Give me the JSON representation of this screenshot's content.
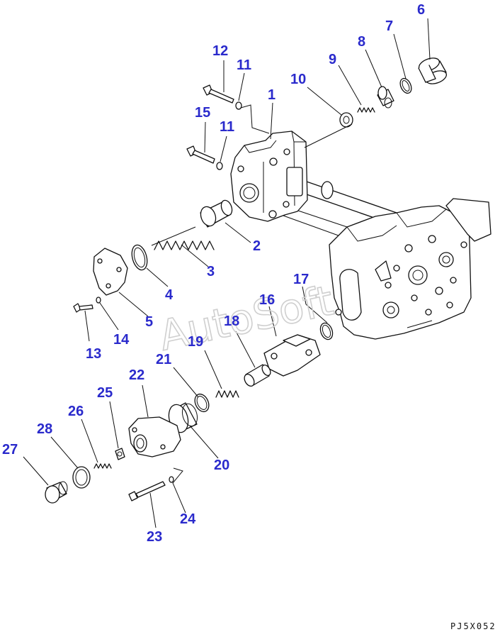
{
  "watermark": "AutoSoft",
  "drawing_code": "PJ5X052",
  "colors": {
    "callout": "#2a2acc",
    "line": "#111111",
    "watermark": "#cfcfcf"
  },
  "callouts": {
    "n1": "1",
    "n2": "2",
    "n3": "3",
    "n4": "4",
    "n5": "5",
    "n6": "6",
    "n7": "7",
    "n8": "8",
    "n9": "9",
    "n10": "10",
    "n11a": "11",
    "n11b": "11",
    "n12": "12",
    "n13": "13",
    "n14": "14",
    "n15": "15",
    "n16": "16",
    "n17": "17",
    "n18": "18",
    "n19": "19",
    "n20": "20",
    "n21": "21",
    "n22": "22",
    "n23": "23",
    "n24": "24",
    "n25": "25",
    "n26": "26",
    "n27": "27",
    "n28": "28"
  }
}
